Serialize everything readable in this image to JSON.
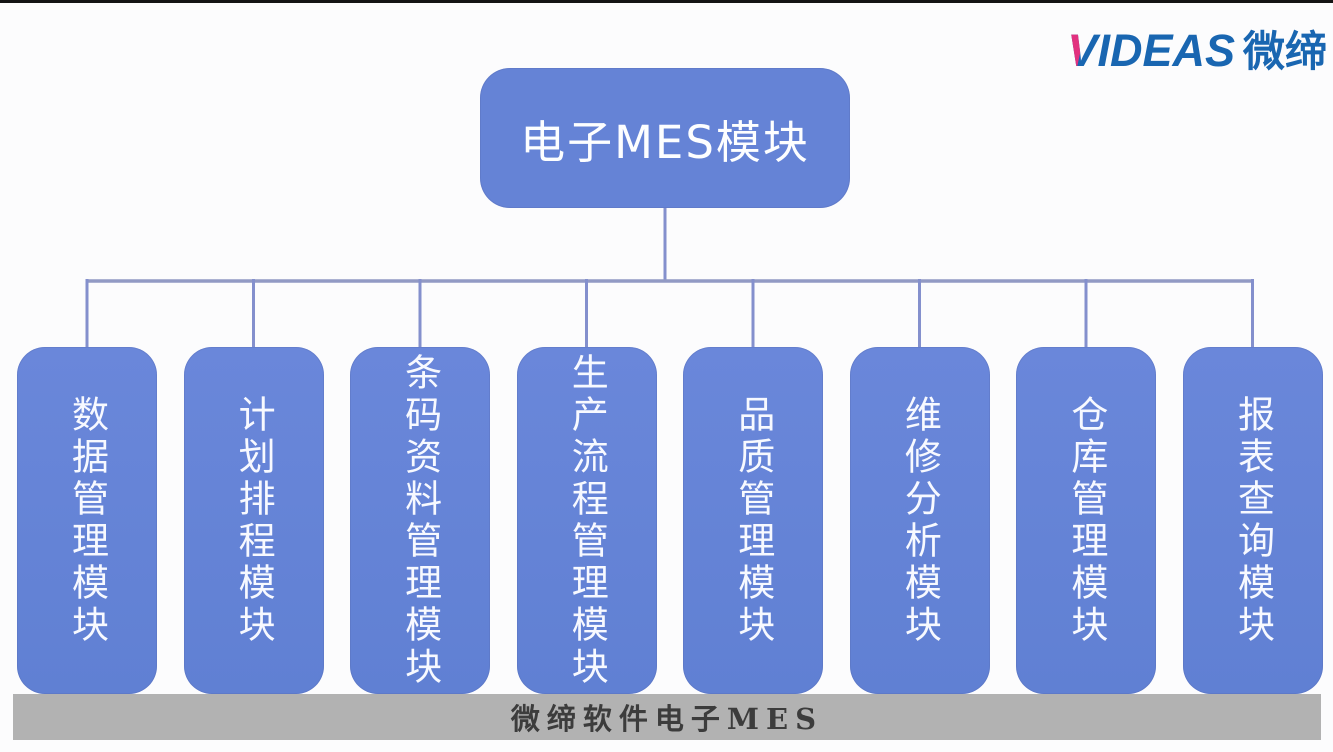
{
  "logo": {
    "v_letter": "V",
    "wordmark_rest": "IDEAS",
    "chinese": "微缔",
    "brand_blue": "#1966b1",
    "brand_pink": "#e2317f"
  },
  "root": {
    "label": "电子MES模块"
  },
  "modules": [
    {
      "label": "数据管理模块"
    },
    {
      "label": "计划排程模块"
    },
    {
      "label": "条码资料管理模块"
    },
    {
      "label": "生产流程管理模块"
    },
    {
      "label": "品质管理模块"
    },
    {
      "label": "维修分析模块"
    },
    {
      "label": "仓库管理模块"
    },
    {
      "label": "报表查询模块"
    }
  ],
  "footer": {
    "label": "微缔软件电子MES"
  },
  "colors": {
    "node_fill": "#6583d6",
    "node_text": "#ffffff",
    "connector": "#8490cd",
    "footer_bar": "#b2b2b2",
    "footer_text": "#3c3c3c",
    "top_strip": "#141414",
    "background": "#fcfcfd"
  }
}
